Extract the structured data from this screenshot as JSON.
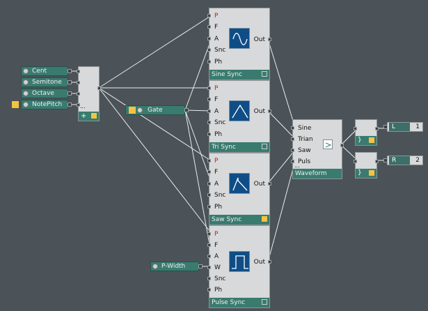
{
  "constants": {
    "cent": "Cent",
    "semitone": "Semitone",
    "octave": "Octave",
    "notepitch": "NotePitch",
    "gate": "Gate",
    "pwidth": "P-Width"
  },
  "adder": {
    "ellipsis": "...",
    "plus": "+"
  },
  "oscillators": [
    {
      "name": "Sine Sync",
      "inputs": [
        "P",
        "F",
        "A",
        "Snc",
        "Ph"
      ],
      "output": "Out",
      "enabled": false
    },
    {
      "name": "Tri Sync",
      "inputs": [
        "P",
        "F",
        "A",
        "Snc",
        "Ph"
      ],
      "output": "Out",
      "enabled": false
    },
    {
      "name": "Saw Sync",
      "inputs": [
        "P",
        "F",
        "A",
        "Snc",
        "Ph"
      ],
      "output": "Out",
      "enabled": true
    },
    {
      "name": "Pulse Sync",
      "inputs": [
        "P",
        "F",
        "A",
        "W",
        "Snc",
        "Ph"
      ],
      "output": "Out",
      "enabled": false
    }
  ],
  "selector": {
    "name": "Waveform",
    "inputs": [
      "Sine",
      "Trian",
      "Saw",
      "Puls"
    ],
    "ellipsis": "..."
  },
  "outputs": [
    {
      "label": "L",
      "channel": "1",
      "bracket": "}"
    },
    {
      "label": "R",
      "channel": "2",
      "bracket": "}"
    }
  ],
  "colors": {
    "background": "#4b5358",
    "module": "#d7d9da",
    "title": "#3a7b6f",
    "icon": "#0f4d87",
    "accent": "#f5c242",
    "wire": "#ffffff"
  }
}
